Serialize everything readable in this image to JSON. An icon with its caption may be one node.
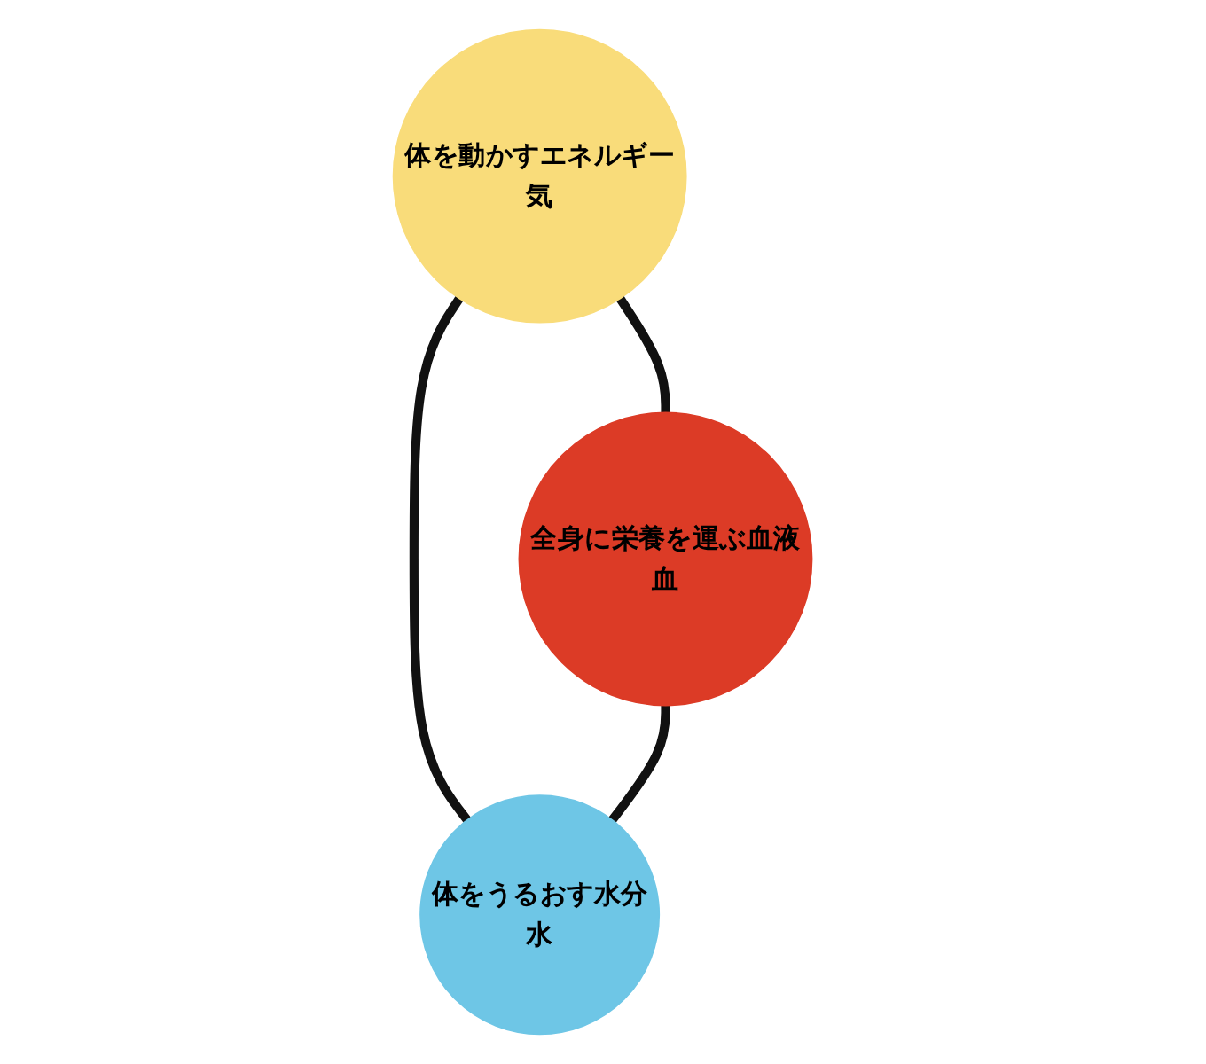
{
  "diagram": {
    "nodes": [
      {
        "text": [
          "体を動かすエネルギー",
          "気"
        ]
      },
      {
        "text": [
          "全身に栄養を運ぶ血液",
          "血"
        ]
      },
      {
        "text": [
          "体をうるおす水分",
          "水"
        ]
      }
    ],
    "edges": [
      {
        "from": 0,
        "to": 1,
        "arrow": "none"
      },
      {
        "from": 0,
        "to": 2,
        "arrow": "none"
      },
      {
        "from": 1,
        "to": 2,
        "arrow": "none"
      }
    ]
  }
}
